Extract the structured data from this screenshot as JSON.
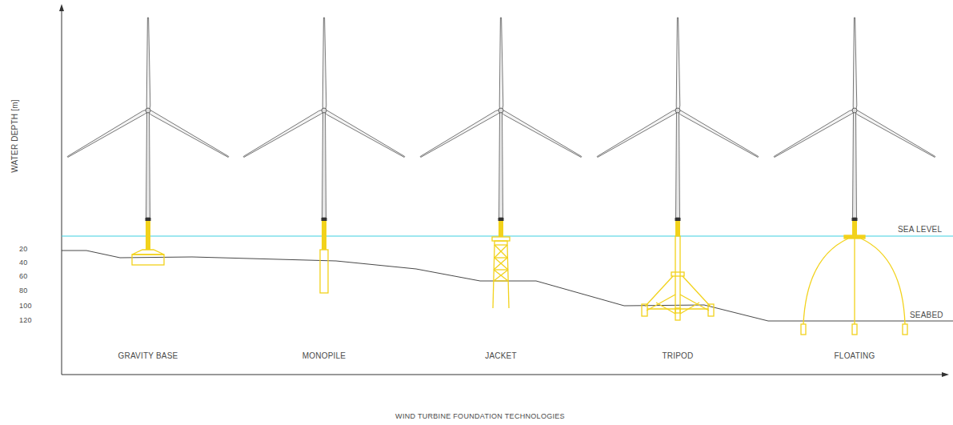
{
  "diagram": {
    "caption": "WIND TURBINE FOUNDATION TECHNOLOGIES",
    "labels": [
      "WATER DEPTH [m]",
      "20",
      "40",
      "60",
      "80",
      "100",
      "120",
      "SEA LEVEL",
      "SEABED",
      "GRAVITY BASE",
      "MONOPILE",
      "JACKET",
      "TRIPOD",
      "FLOATING"
    ]
  }
}
